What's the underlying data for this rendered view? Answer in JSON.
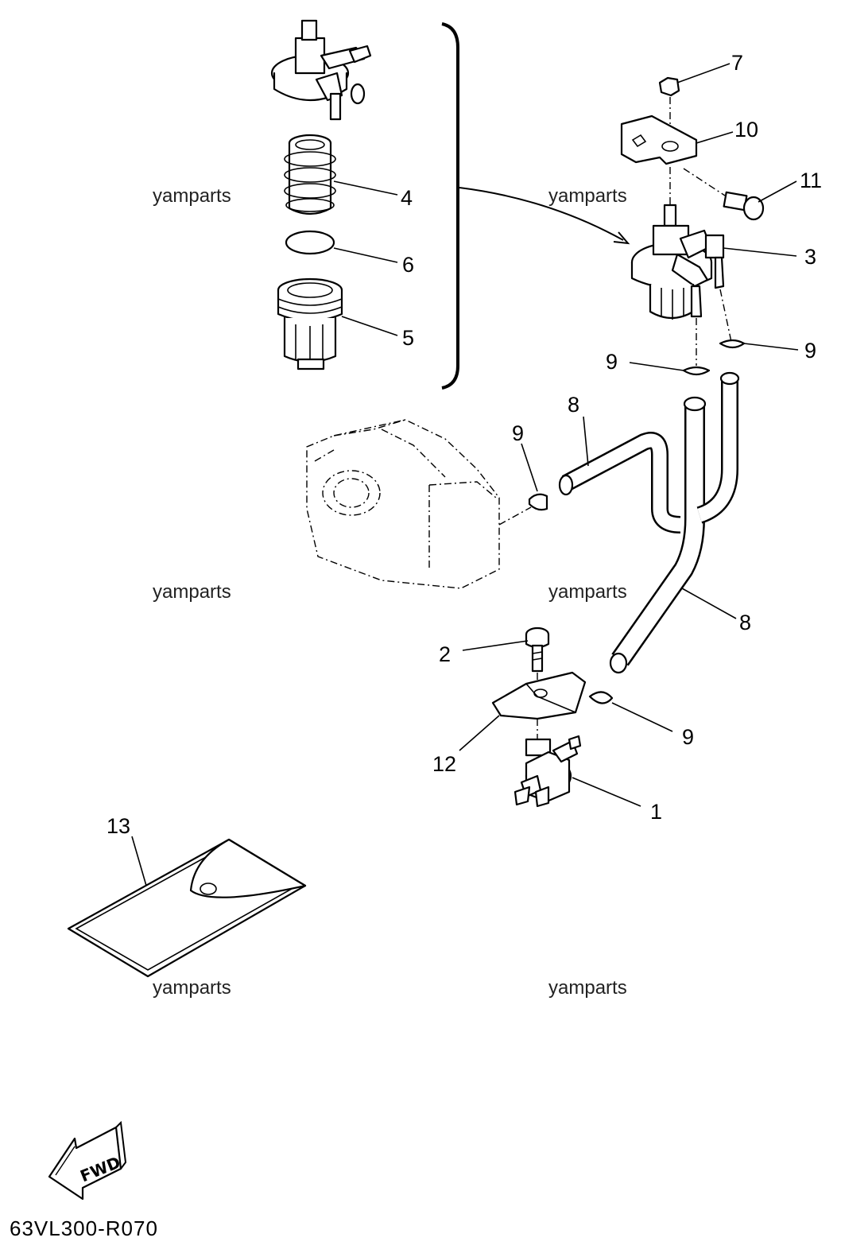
{
  "diagram": {
    "callouts": {
      "c1": "1",
      "c2": "2",
      "c3": "3",
      "c4": "4",
      "c5": "5",
      "c6": "6",
      "c7": "7",
      "c8a": "8",
      "c8b": "8",
      "c9a": "9",
      "c9b": "9",
      "c9c": "9",
      "c9d": "9",
      "c10": "10",
      "c11": "11",
      "c12": "12",
      "c13": "13"
    },
    "watermarks": [
      "yamparts",
      "yamparts",
      "yamparts",
      "yamparts",
      "yamparts",
      "yamparts"
    ],
    "direction_label": "FWD",
    "drawing_code": "63VL300-R070"
  }
}
